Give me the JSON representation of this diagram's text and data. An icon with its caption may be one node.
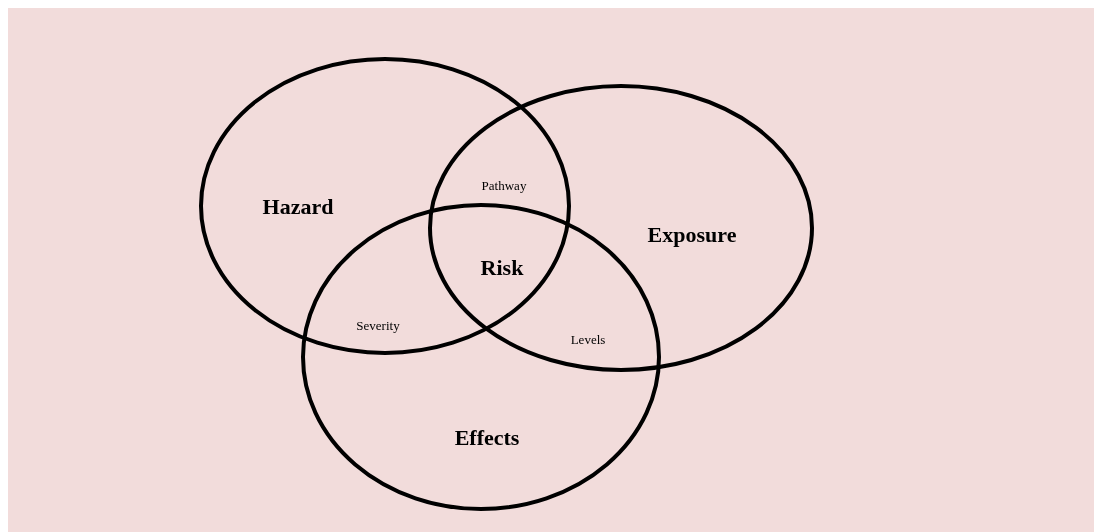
{
  "diagram": {
    "nodes": [
      {
        "text": [
          "Hazard"
        ]
      },
      {
        "text": [
          "Exposure"
        ]
      },
      {
        "text": [
          "Effects"
        ]
      }
    ],
    "edges": [],
    "labels": [
      "Pathway",
      "Risk",
      "Severity",
      "Levels"
    ]
  }
}
